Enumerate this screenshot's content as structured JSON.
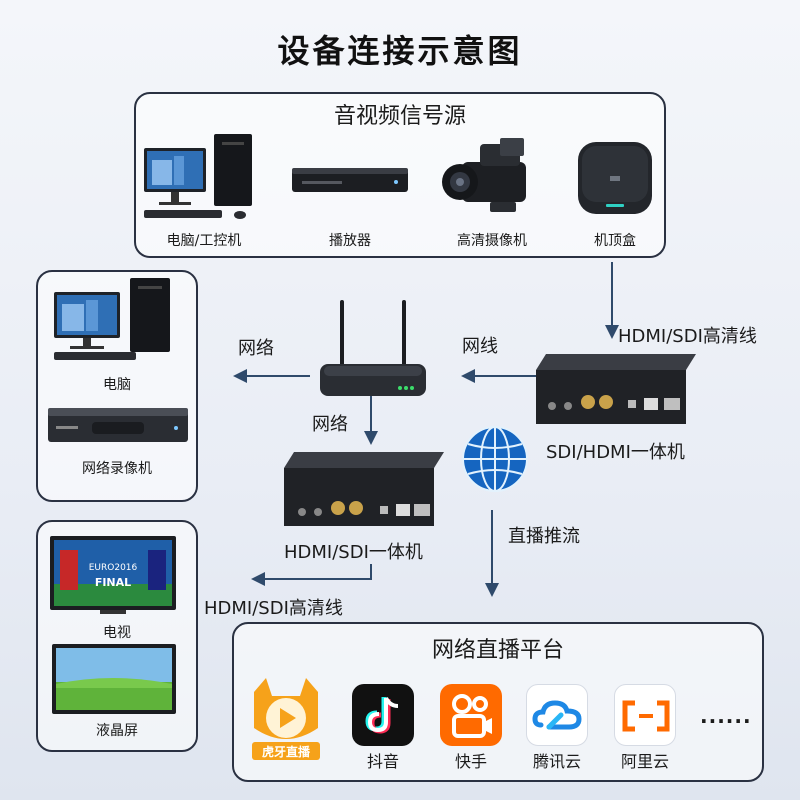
{
  "title": "设备连接示意图",
  "sources": {
    "title": "音视频信号源",
    "items": [
      "电脑/工控机",
      "播放器",
      "高清摄像机",
      "机顶盒"
    ]
  },
  "left_top": {
    "items": [
      "电脑",
      "网络录像机"
    ]
  },
  "left_bottom": {
    "items": [
      "电视",
      "液晶屏"
    ],
    "tv_screen_text": {
      "euro": "EURO2016",
      "final": "FINAL"
    }
  },
  "links": {
    "hdmi_sdi_top": "HDMI/SDI高清线",
    "net_cable": "网线",
    "network_left": "网络",
    "network_down": "网络",
    "live_push": "直播推流",
    "hdmi_sdi_bottom": "HDMI/SDI高清线"
  },
  "devices": {
    "encoder_right": "SDI/HDMI一体机",
    "encoder_center": "HDMI/SDI一体机"
  },
  "platforms": {
    "title": "网络直播平台",
    "items": [
      "抖音",
      "快手",
      "腾讯云",
      "阿里云"
    ],
    "more": "......",
    "huya_badge": "虎牙直播"
  },
  "colors": {
    "arrow": "#2f4a6b",
    "box_border": "#2a3142",
    "douyin_bg": "#111111",
    "kuaishou_bg": "#ff6a00",
    "tencent_blue": "#1e88e5",
    "ali_orange": "#ff6a00"
  }
}
